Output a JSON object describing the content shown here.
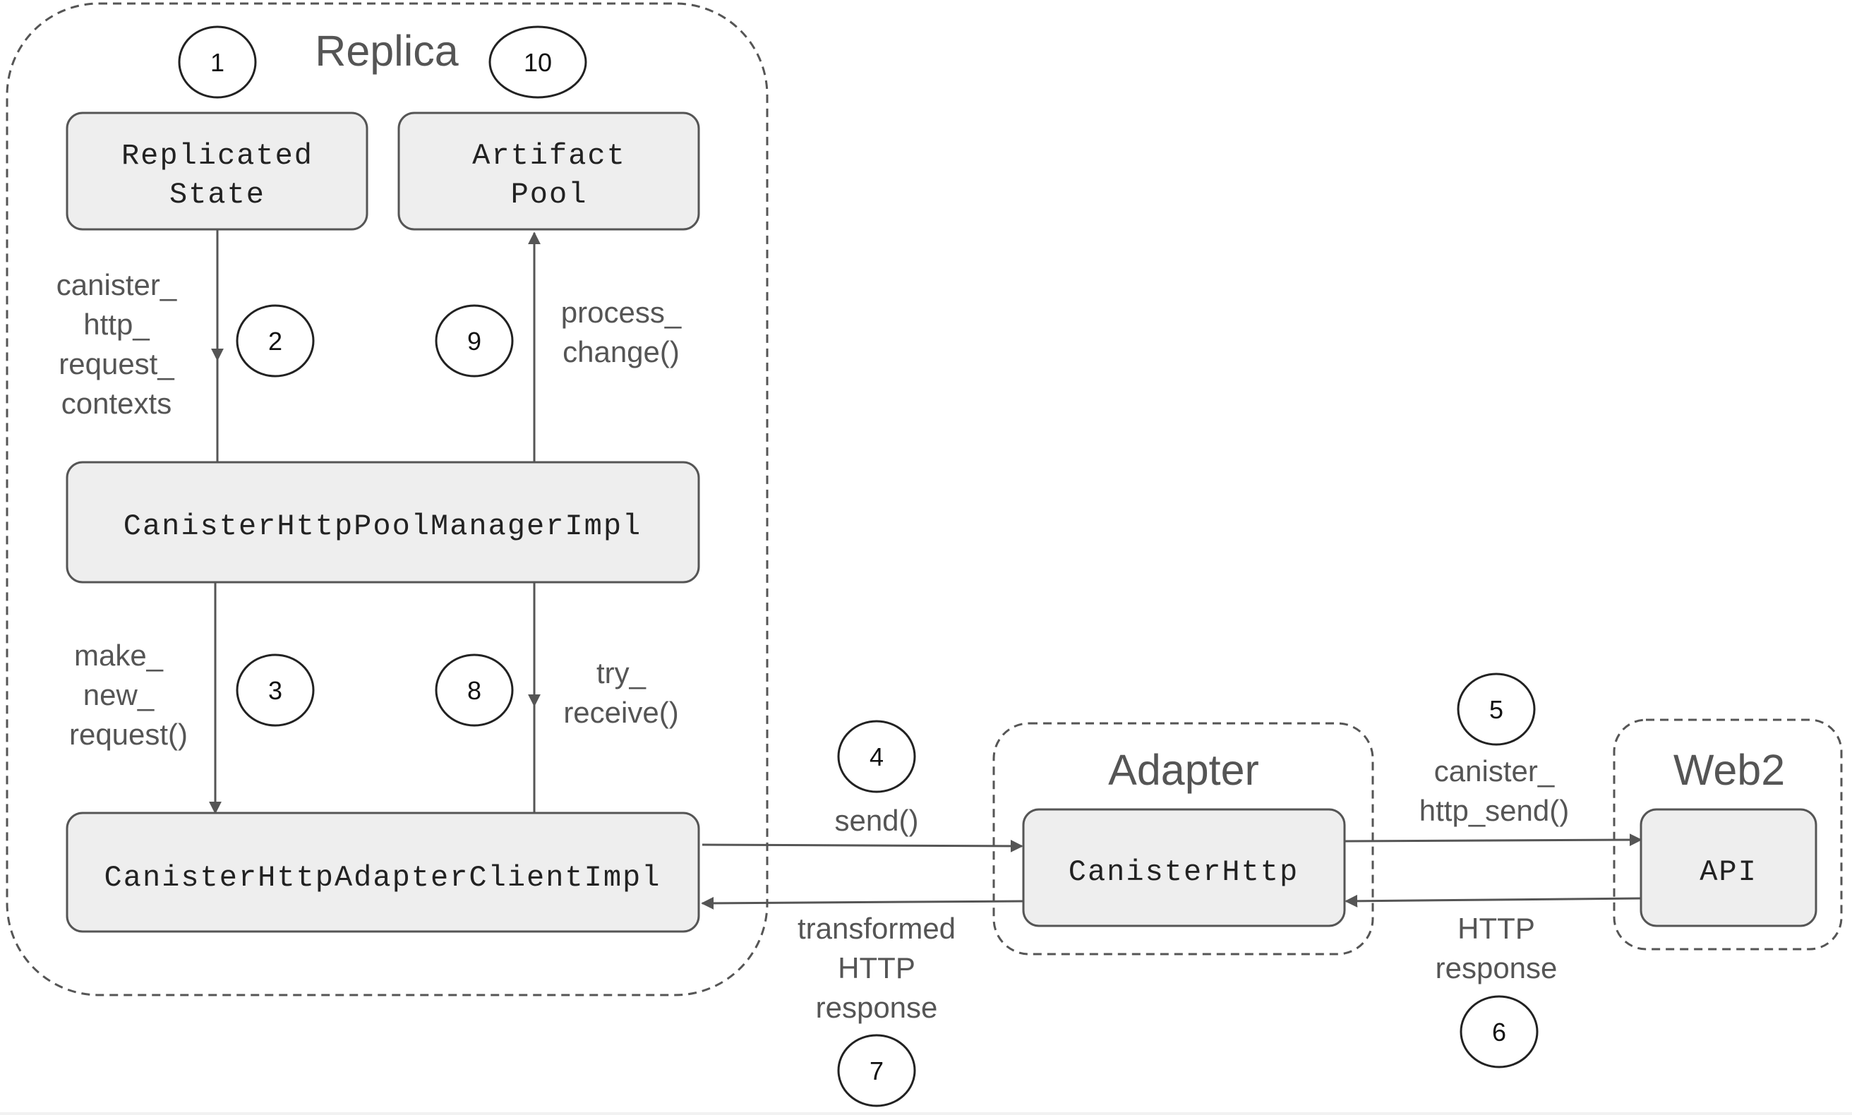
{
  "groups": {
    "replica": "Replica",
    "adapter": "Adapter",
    "web2": "Web2"
  },
  "nodes": {
    "replicated_state": [
      "Replicated",
      "State"
    ],
    "artifact_pool": [
      "Artifact",
      "Pool"
    ],
    "pool_manager": "CanisterHttpPoolManagerImpl",
    "adapter_client": "CanisterHttpAdapterClientImpl",
    "canister_http": "CanisterHttp",
    "api": "API"
  },
  "edges": {
    "contexts": [
      "canister_",
      "http_",
      "request_",
      "contexts"
    ],
    "process_change": [
      "process_",
      "change()"
    ],
    "make_new_request": [
      "make_",
      "new_",
      "request()"
    ],
    "try_receive": [
      "try_",
      "receive()"
    ],
    "send": "send()",
    "canister_http_send": [
      "canister_",
      "http_send()"
    ],
    "transformed_response": [
      "transformed",
      "HTTP",
      "response"
    ],
    "http_response": [
      "HTTP",
      "response"
    ]
  },
  "steps": [
    "1",
    "2",
    "3",
    "4",
    "5",
    "6",
    "7",
    "8",
    "9",
    "10"
  ],
  "colors": {
    "node_fill": "#eeeeee",
    "stroke": "#555555",
    "text": "#555555"
  }
}
